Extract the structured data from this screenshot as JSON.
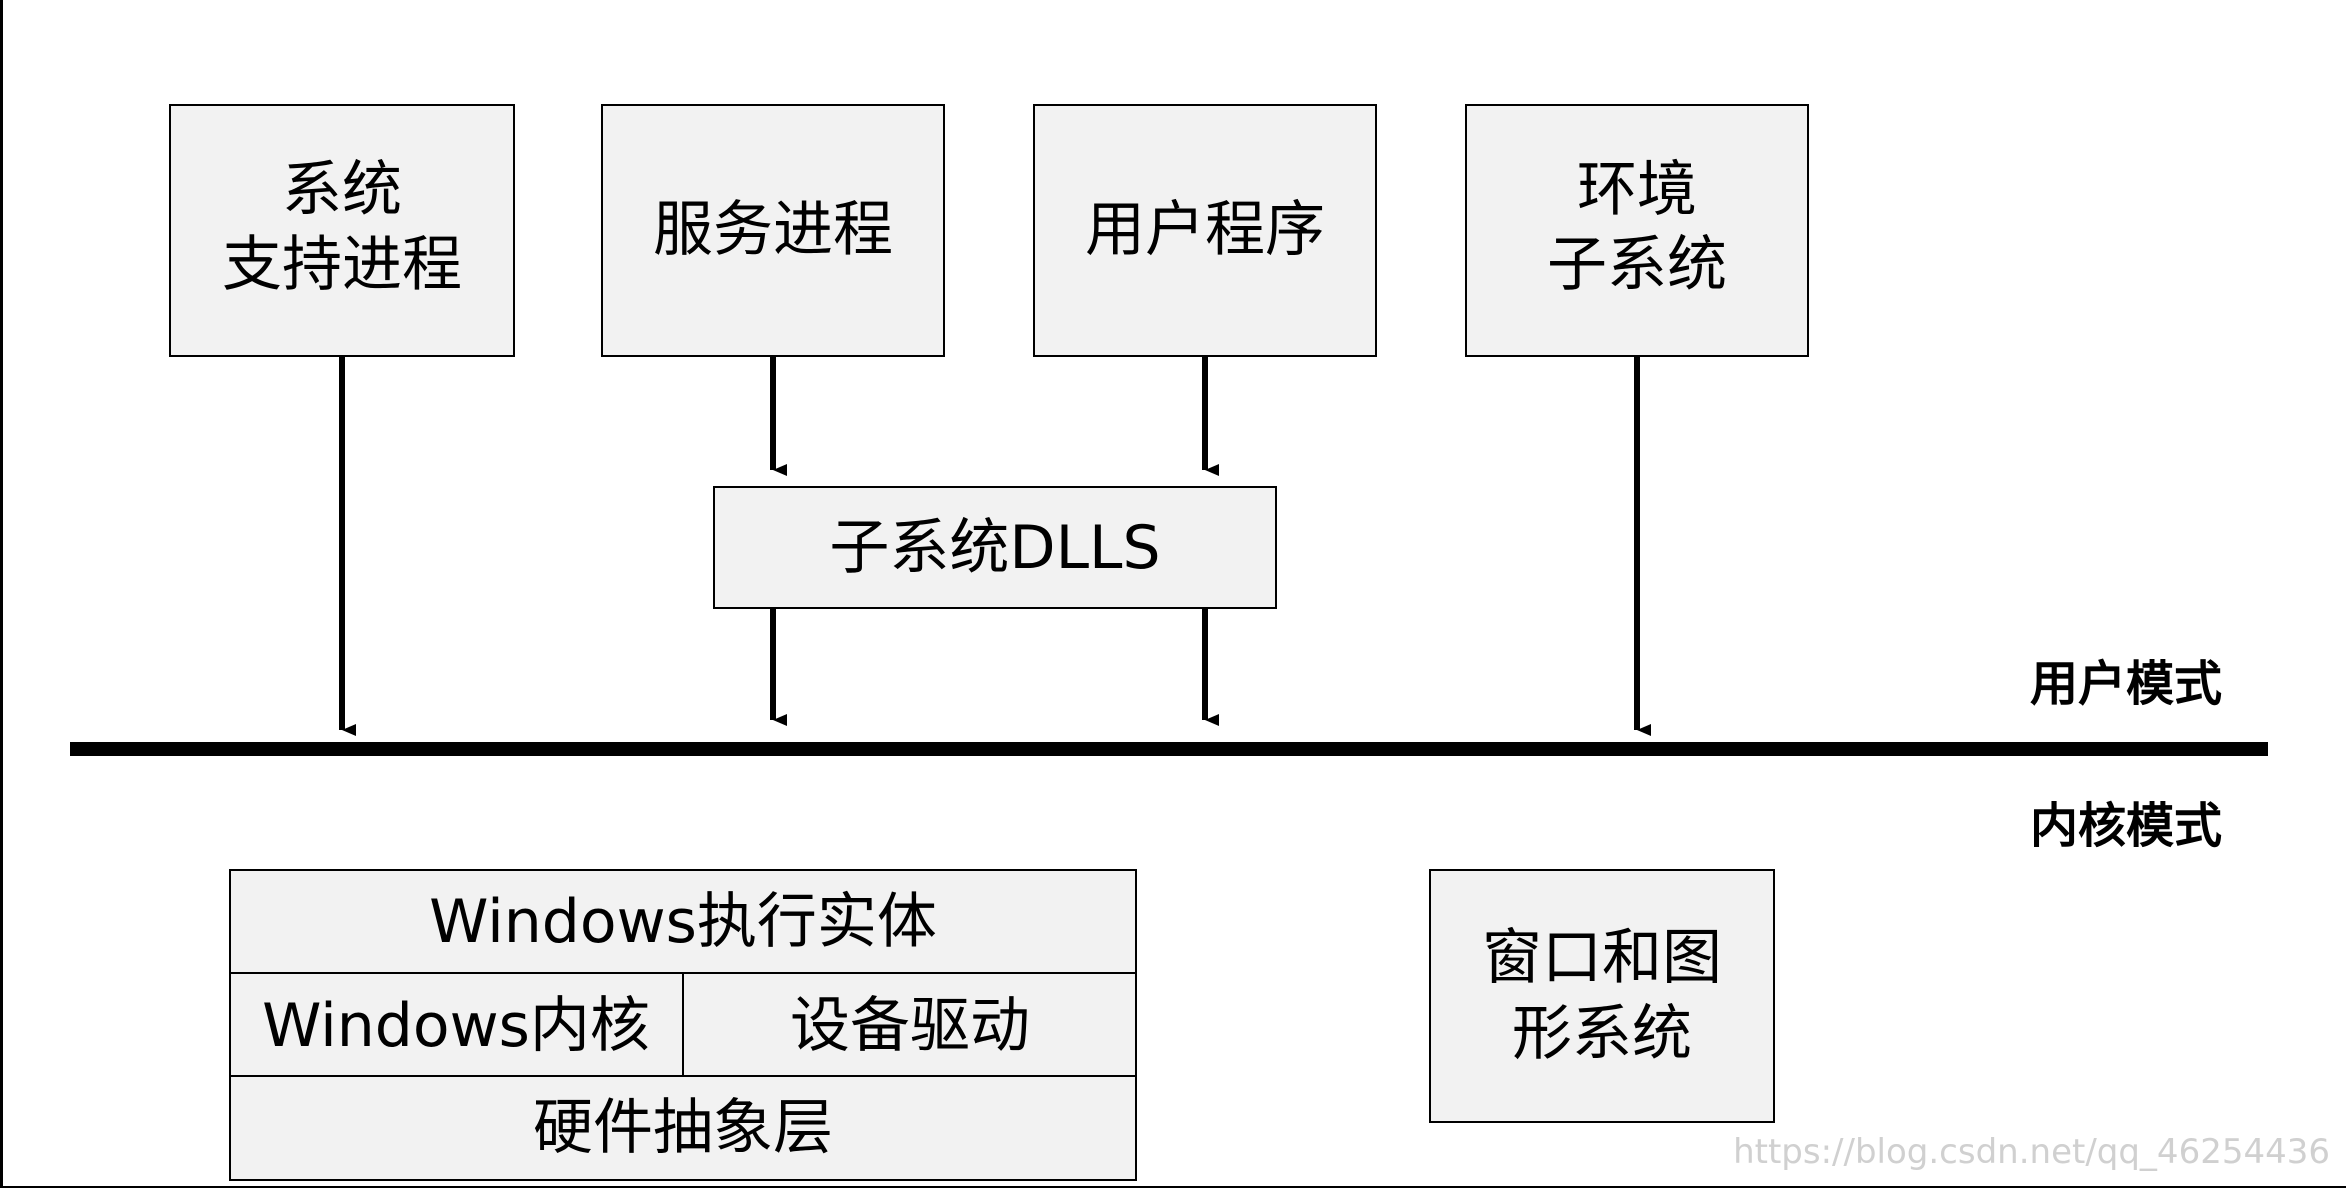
{
  "user_mode_nodes": [
    {
      "id": "system-support",
      "lines": [
        "系统",
        "支持进程"
      ]
    },
    {
      "id": "service-process",
      "lines": [
        "服务进程"
      ]
    },
    {
      "id": "user-program",
      "lines": [
        "用户程序"
      ]
    },
    {
      "id": "env-subsystem",
      "lines": [
        "环境",
        "子系统"
      ]
    }
  ],
  "subsystem_dlls": {
    "label": "子系统DLLS"
  },
  "modes": {
    "user": "用户模式",
    "kernel": "内核模式"
  },
  "kernel_stack": {
    "executive": "Windows执行实体",
    "kernel": "Windows内核",
    "drivers": "设备驱动",
    "hal": "硬件抽象层"
  },
  "graphics": {
    "lines": [
      "窗口和图",
      "形系统"
    ]
  },
  "watermark": "https://blog.csdn.net/qq_46254436"
}
